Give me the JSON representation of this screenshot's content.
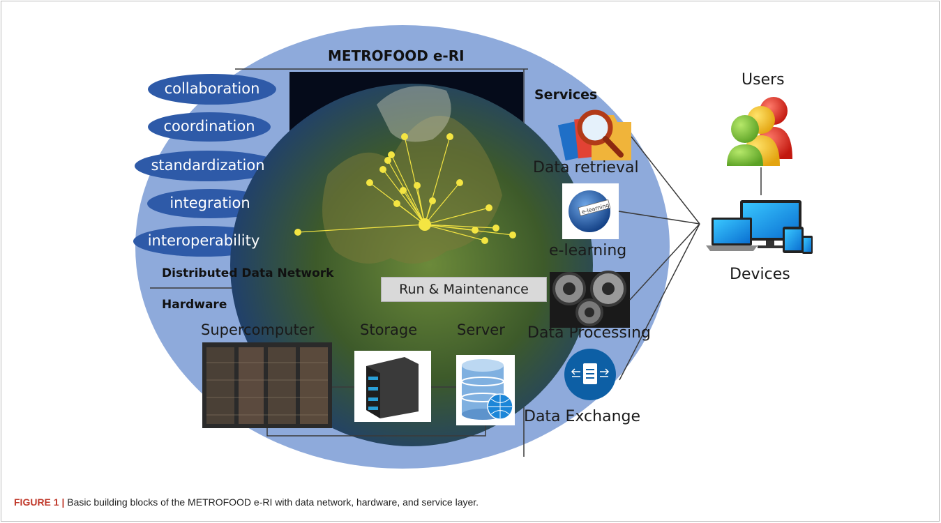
{
  "title": "METROFOOD e-RI",
  "pills": [
    "collaboration",
    "coordination",
    "standardization",
    "integration",
    "interoperability"
  ],
  "sections": {
    "network": "Distributed Data Network",
    "hardware": "Hardware",
    "services": "Services"
  },
  "hardware_items": [
    "Supercomputer",
    "Storage",
    "Server"
  ],
  "service_items": [
    "Data retrieval",
    "e-learning",
    "Data Processing",
    "Data Exchange"
  ],
  "elearning_tag": "e-learning",
  "run_label": "Run & Maintenance",
  "users_label": "Users",
  "devices_label": "Devices",
  "caption": {
    "prefix": "FIGURE 1 |",
    "text": " Basic building blocks of the METROFOOD e-RI with data network, hardware, and service layer."
  },
  "colors": {
    "ellipse": "#8eaadb",
    "pill": "#2e5aa8",
    "map_lines": "#f4e542",
    "caption_prefix": "#c0392b"
  }
}
